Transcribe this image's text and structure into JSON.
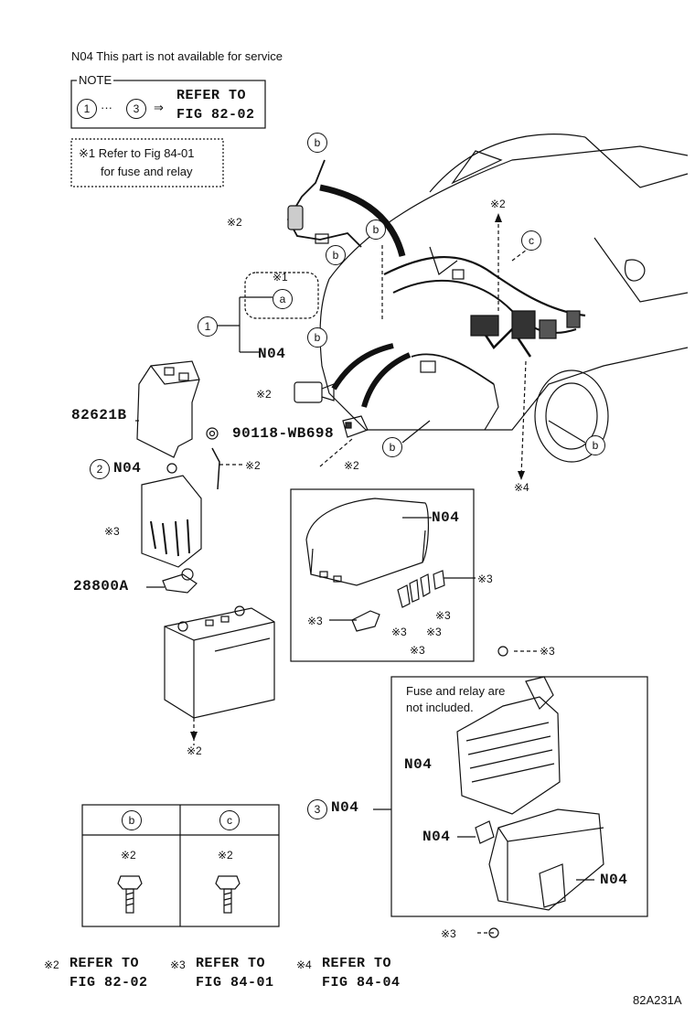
{
  "header": {
    "availability_note": "N04 This part is not available for service",
    "note_title": "NOTE",
    "note_range_start": "1",
    "note_range_sep": "···",
    "note_range_end": "3",
    "note_arrow": "⇒",
    "note_refer_1": "REFER TO",
    "note_refer_2": "FIG 82-02",
    "ref1_line1": "※1 Refer to Fig 84-01",
    "ref1_line2": "for fuse and relay"
  },
  "callouts": {
    "c1": "1",
    "c2": "2",
    "c3": "3",
    "a": "a",
    "b": "b",
    "c": "c",
    "mark1": "※1",
    "mark2": "※2",
    "mark3": "※3",
    "mark4": "※4"
  },
  "parts": {
    "n04": "N04",
    "p82621b": "82621B",
    "p90118": "90118-WB698",
    "p28800a": "28800A"
  },
  "fuse_box": {
    "note_line1": "Fuse and relay are",
    "note_line2": "not included."
  },
  "bolt_table": {
    "col_b": "b",
    "col_c": "c",
    "mark_b": "※2",
    "mark_c": "※2"
  },
  "footer": {
    "ref2_mark": "※2",
    "ref2_text": "REFER TO",
    "ref2_fig": "FIG 82-02",
    "ref3_mark": "※3",
    "ref3_text": "REFER TO",
    "ref3_fig": "FIG 84-01",
    "ref4_mark": "※4",
    "ref4_text": "REFER TO",
    "ref4_fig": "FIG 84-04",
    "figure_code": "82A231A"
  }
}
